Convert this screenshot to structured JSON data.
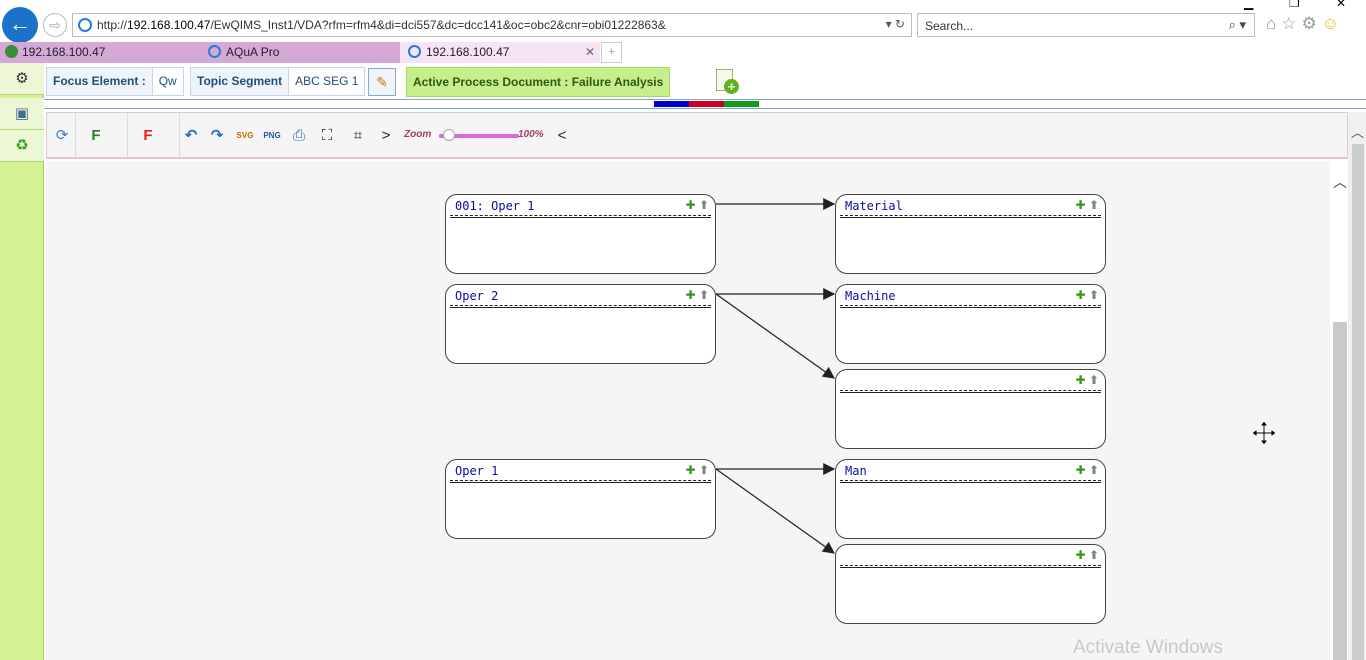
{
  "browser": {
    "url_prefix": "http://",
    "url_host": "192.168.100.47",
    "url_path": "/EwQIMS_Inst1/VDA?rfm=rfm4&di=dci557&dc=dcc141&oc=obc2&cnr=obi01222863&",
    "url_tools": "▾ ↻",
    "search_placeholder": "Search...",
    "search_icon": "⌕ ▾",
    "back_glyph": "←",
    "fwd_glyph": "⇨",
    "tabs": [
      {
        "label": "192.168.100.47"
      },
      {
        "label": "AQuA Pro"
      },
      {
        "label": "192.168.100.47",
        "close": "✕"
      }
    ]
  },
  "header": {
    "focus_label": "Focus Element :",
    "focus_value": "Qw",
    "topic_label": "Topic Segment",
    "topic_value": "ABC SEG 1",
    "active_doc": "Active Process Document : Failure Analysis"
  },
  "toolbar": {
    "refresh": "⟳",
    "f_green": "F",
    "f_red": "F",
    "undo": "↶",
    "redo": "↷",
    "svg_label": "SVG",
    "png_label": "PNG",
    "print": "⎙",
    "expand": "⛶",
    "fit": "⌗",
    "next": ">",
    "prev": "<",
    "zoom_label": "Zoom",
    "zoom_value": "100%",
    "zoom_fraction": 0.13
  },
  "colors": {
    "strip_blue": "#0000cc",
    "strip_red": "#cc0022",
    "strip_green": "#129a1a",
    "sidebar": "#d3f294",
    "active_doc_bg": "#c6ef8c",
    "node_title": "#0b0ba8"
  },
  "diagram": {
    "nodes": [
      {
        "title": "001: Oper 1"
      },
      {
        "title": "Material"
      },
      {
        "title": "Oper 2"
      },
      {
        "title": "Machine"
      },
      {
        "title": ""
      },
      {
        "title": "Oper 1"
      },
      {
        "title": "Man"
      },
      {
        "title": ""
      }
    ],
    "node_controls": {
      "add": "✚",
      "up": "⬆"
    }
  },
  "sidebar": {
    "items": [
      {
        "icon": "gear-icon",
        "glyph": "⚙"
      },
      {
        "icon": "screen-icon",
        "glyph": "▣"
      },
      {
        "icon": "recycle-icon",
        "glyph": "♻"
      }
    ]
  },
  "watermark": "Activate Windows"
}
